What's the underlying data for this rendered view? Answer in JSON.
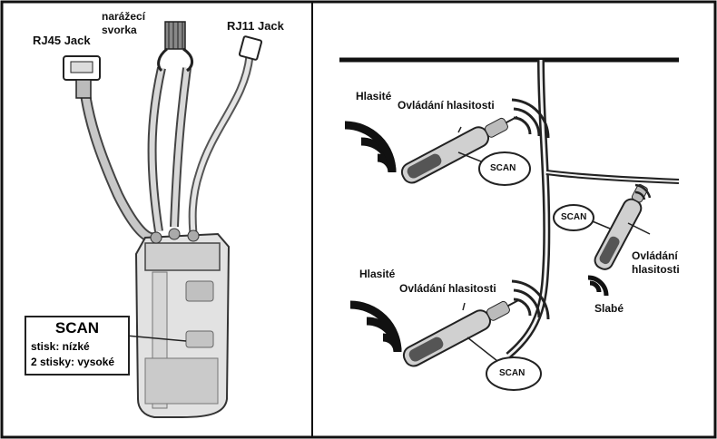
{
  "labels": {
    "rj45": "RJ45 Jack",
    "clip_line1": "narážecí",
    "clip_line2": "svorka",
    "rj11": "RJ11 Jack",
    "scan_title": "SCAN",
    "scan_low": "stisk: nízké",
    "scan_high": "2 stisky: vysoké",
    "loud_top": "Hlasité",
    "volume_top": "Ovládání hlasitosti",
    "scan_top": "SCAN",
    "scan_right": "SCAN",
    "volume_right_line1": "Ovládání",
    "volume_right_line2": "hlasitosti",
    "quiet": "Slabé",
    "loud_bottom": "Hlasité",
    "volume_bottom": "Ovládání hlasitosti",
    "scan_bottom": "SCAN"
  }
}
